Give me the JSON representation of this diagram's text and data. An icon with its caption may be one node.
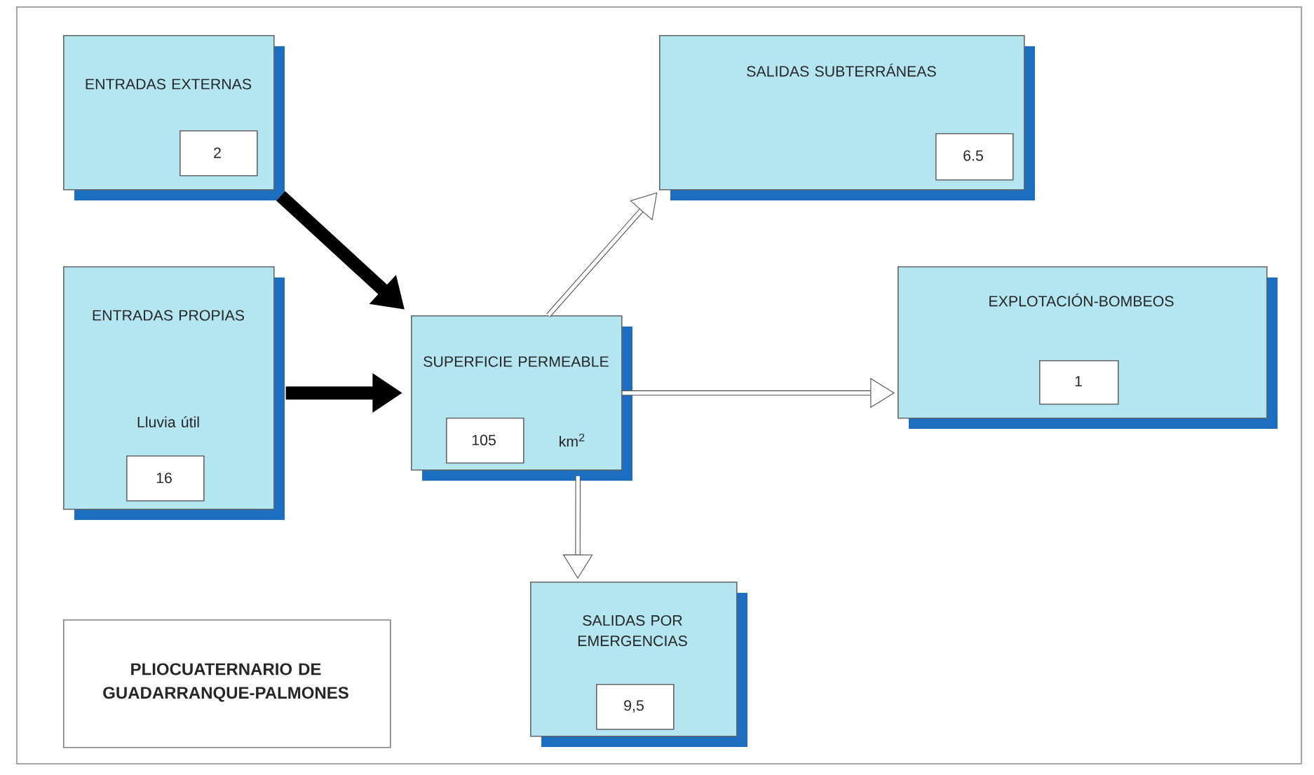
{
  "diagram": {
    "nodes": [
      {
        "text": [
          "ENTRADAS EXTERNAS"
        ]
      },
      {
        "text": [
          "2"
        ],
        "in": 0
      },
      {
        "text": [
          "SALIDAS SUBTERRÁNEAS"
        ]
      },
      {
        "text": [
          "6.5"
        ],
        "in": 2
      },
      {
        "text": [
          "ENTRADAS PROPIAS",
          "Lluvia útil"
        ]
      },
      {
        "text": [
          "16"
        ],
        "in": 4
      },
      {
        "text": [
          "SUPERFICIE PERMEABLE",
          "km$^{2}$"
        ]
      },
      {
        "text": [
          "105"
        ],
        "in": 6
      },
      {
        "text": [
          "EXPLOTACIÓN-BOMBEOS"
        ]
      },
      {
        "text": [
          "1"
        ],
        "in": 8
      },
      {
        "text": [
          "SALIDAS POR EMERGENCIAS"
        ]
      },
      {
        "text": [
          "9,5"
        ],
        "in": 10
      },
      {
        "text": [
          "PLIOCUATERNARIO DE GUADARRANQUE-PALMONES"
        ]
      }
    ],
    "edges": [
      {
        "from": 0,
        "to": 6,
        "arrow": "to",
        "style": "thick"
      },
      {
        "from": 4,
        "to": 6,
        "arrow": "to",
        "style": "thick"
      },
      {
        "from": 6,
        "to": 2,
        "arrow": "to"
      },
      {
        "from": 6,
        "to": 8,
        "arrow": "to"
      },
      {
        "from": 6,
        "to": 10,
        "arrow": "to"
      }
    ]
  }
}
